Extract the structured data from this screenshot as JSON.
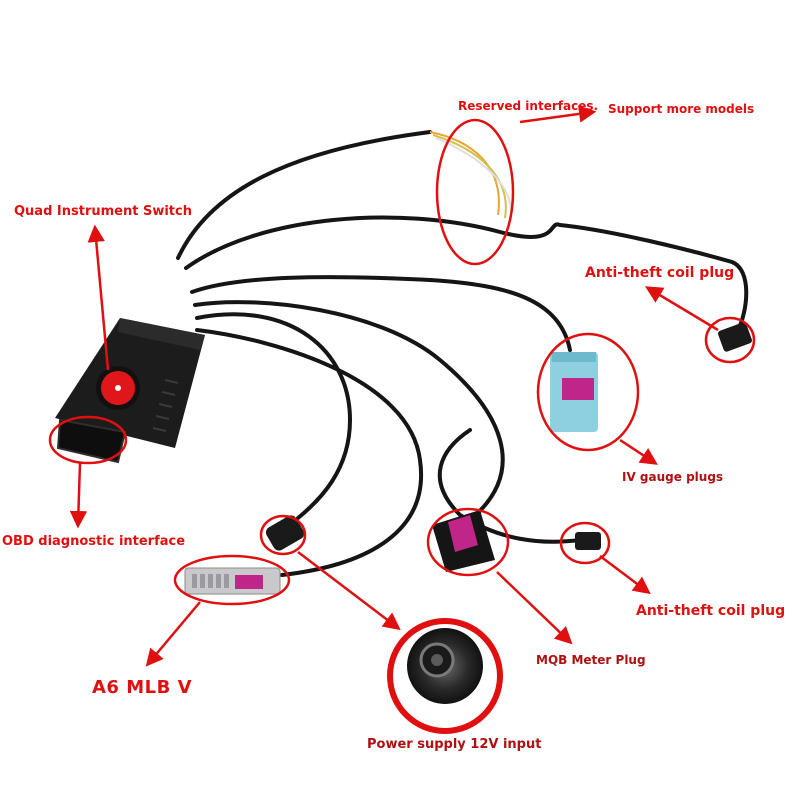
{
  "labels": {
    "reserved_interfaces": "Reserved interfaces.",
    "support_more_models": "Support more models",
    "quad_instrument_switch": "Quad Instrument Switch",
    "anti_theft_coil_plug_top": "Anti-theft coil plug",
    "iv_gauge_plugs": "IV gauge plugs",
    "obd_diagnostic_interface": "OBD diagnostic interface",
    "anti_theft_coil_plug_bottom": "Anti-theft coil plug",
    "mqb_meter_plug": "MQB Meter Plug",
    "a6_mlb_v": "A6 MLB V",
    "power_supply_12v_input": "Power supply 12V input"
  },
  "colors": {
    "annotation_red": "#e01010",
    "cable": "#151515",
    "module_body": "#1c1c1c",
    "switch_red": "#e0161a",
    "iv_plug_blue": "#8fd0e0",
    "plug_magenta": "#c0268a",
    "a6_connector_gray": "#c9c9cc"
  },
  "icons": {
    "switch": "red-rocker-switch-icon",
    "dc_jack": "dc-power-jack-icon"
  }
}
